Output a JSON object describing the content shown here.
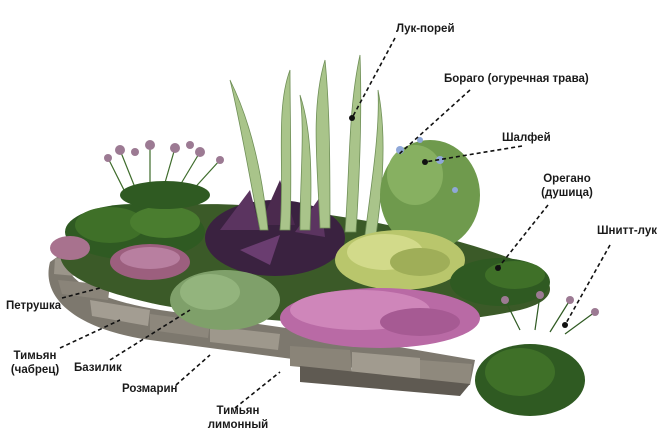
{
  "labels": {
    "leek": "Лук-порей",
    "borage": "Бораго (огуречная трава)",
    "sage": "Шалфей",
    "oregano_1": "Орегано",
    "oregano_2": "(душица)",
    "chives": "Шнитт-лук",
    "parsley": "Петрушка",
    "thyme_1": "Тимьян",
    "thyme_2": "(чабрец)",
    "basil": "Базилик",
    "rosemary": "Розмарин",
    "lemon_thyme_1": "Тимьян",
    "lemon_thyme_2": "лимонный"
  },
  "colors": {
    "text": "#1a1a1a",
    "leader": "#111111",
    "stone": "#8f8a80",
    "stone_dark": "#5f5a52",
    "foliage_dark": "#2f5a22",
    "foliage_light": "#7fa84a",
    "leek": "#a9c48a",
    "purple_leaf": "#4b2a4e",
    "thyme_flower": "#b96aa5",
    "chive_flower": "#9c7a93",
    "sage": "#c4cf78"
  }
}
